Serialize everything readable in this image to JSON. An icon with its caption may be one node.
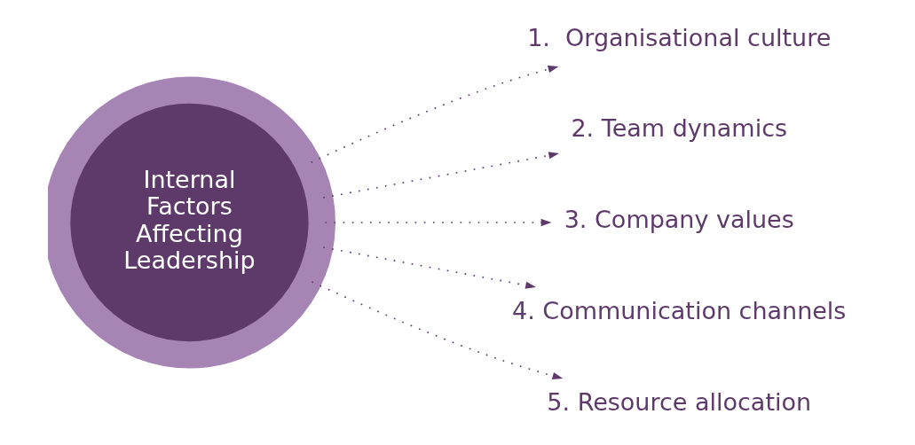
{
  "diagram": {
    "nodes": [
      {
        "text": [
          "Internal Factors Affecting Leadership"
        ]
      },
      {
        "text": [
          "1.  Organisational culture"
        ]
      },
      {
        "text": [
          "2. Team dynamics"
        ]
      },
      {
        "text": [
          "3. Company values"
        ]
      },
      {
        "text": [
          "4. Communication channels"
        ]
      },
      {
        "text": [
          "5. Resource allocation"
        ]
      }
    ],
    "edges": [
      {
        "from": 0,
        "to": 1,
        "arrow": "to",
        "style": "dashed"
      },
      {
        "from": 0,
        "to": 2,
        "arrow": "to",
        "style": "dashed"
      },
      {
        "from": 0,
        "to": 3,
        "arrow": "to",
        "style": "dashed"
      },
      {
        "from": 0,
        "to": 4,
        "arrow": "to",
        "style": "dashed"
      },
      {
        "from": 0,
        "to": 5,
        "arrow": "to",
        "style": "dashed"
      }
    ]
  }
}
